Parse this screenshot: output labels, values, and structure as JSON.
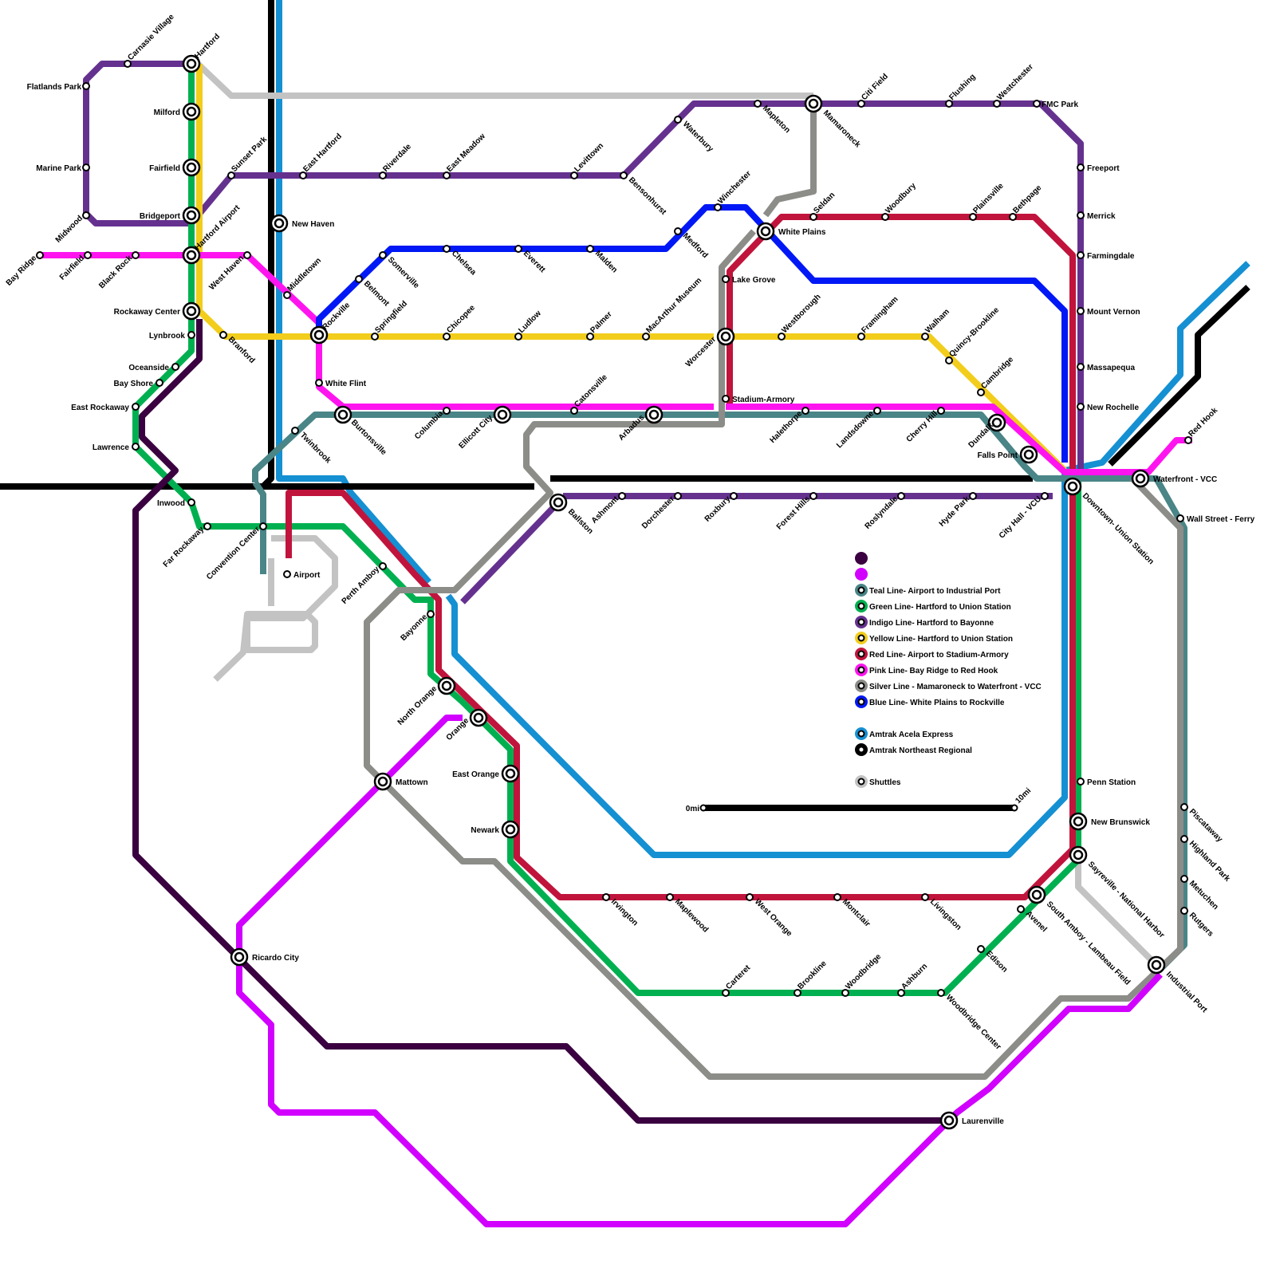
{
  "colors": {
    "teal": "#4a8587",
    "green": "#00b050",
    "indigo": "#65318f",
    "yellow": "#f2cd1c",
    "red": "#c0143c",
    "pink": "#ff14f0",
    "silver": "#8c8c88",
    "blue": "#0018f5",
    "acela": "#1590d2",
    "regional": "#000000",
    "shuttle": "#c3c3c3",
    "darkpurple": "#3a0040",
    "violet": "#d100ff"
  },
  "legend": {
    "items": [
      {
        "color": "#3a0040",
        "label": ""
      },
      {
        "color": "#d100ff",
        "label": ""
      },
      {
        "color": "#4a8587",
        "label": "Teal Line- Airport to Industrial Port"
      },
      {
        "color": "#00b050",
        "label": "Green Line- Hartford to Union Station"
      },
      {
        "color": "#65318f",
        "label": "Indigo Line- Hartford to Bayonne"
      },
      {
        "color": "#f2cd1c",
        "label": "Yellow Line- Hartford to Union Station"
      },
      {
        "color": "#c0143c",
        "label": "Red Line- Airport to Stadium-Armory"
      },
      {
        "color": "#ff14f0",
        "label": "Pink Line-  Bay Ridge to Red Hook"
      },
      {
        "color": "#8c8c88",
        "label": "Silver Line - Mamaroneck to Waterfront - VCC"
      },
      {
        "color": "#0018f5",
        "label": "Blue Line- White Plains to Rockville"
      },
      {
        "color": "#1590d2",
        "label": "Amtrak Acela Express"
      },
      {
        "color": "#000000",
        "label": "Amtrak Northeast Regional"
      },
      {
        "color": "#c3c3c3",
        "label": "Shuttles"
      }
    ]
  },
  "scale": {
    "start": "0mi",
    "end": "10mi"
  },
  "stations": [
    {
      "name": "Hartford",
      "major": true
    },
    {
      "name": "Carnasie Village",
      "major": false
    },
    {
      "name": "Flatlands Park",
      "major": false
    },
    {
      "name": "Milford",
      "major": true
    },
    {
      "name": "Marine Park",
      "major": false
    },
    {
      "name": "Fairfield",
      "major": true
    },
    {
      "name": "Sunset Park",
      "major": false
    },
    {
      "name": "East Hartford",
      "major": false
    },
    {
      "name": "Bridgeport",
      "major": true
    },
    {
      "name": "Midwood",
      "major": false
    },
    {
      "name": "New Haven",
      "major": true
    },
    {
      "name": "Hartford Airport",
      "major": true
    },
    {
      "name": "Bay Ridge",
      "major": false
    },
    {
      "name": "Fairfield",
      "major": false
    },
    {
      "name": "Black Rock",
      "major": false
    },
    {
      "name": "West Haven",
      "major": false
    },
    {
      "name": "Middletown",
      "major": false
    },
    {
      "name": "Rockaway Center",
      "major": true
    },
    {
      "name": "Lynbrook",
      "major": false
    },
    {
      "name": "Branford",
      "major": false
    },
    {
      "name": "Rockville",
      "major": true
    },
    {
      "name": "Oceanside",
      "major": false
    },
    {
      "name": "Bay Shore",
      "major": false
    },
    {
      "name": "White Flint",
      "major": false
    },
    {
      "name": "East Rockaway",
      "major": false
    },
    {
      "name": "Twinbrook",
      "major": false
    },
    {
      "name": "Burtonsville",
      "major": true
    },
    {
      "name": "Lawrence",
      "major": false
    },
    {
      "name": "Inwood",
      "major": false
    },
    {
      "name": "Far Rockaway",
      "major": false
    },
    {
      "name": "Convention Center",
      "major": false
    },
    {
      "name": "Airport",
      "major": false
    },
    {
      "name": "Perth Amboy",
      "major": false
    },
    {
      "name": "Bayonne",
      "major": false
    },
    {
      "name": "North Orange",
      "major": true
    },
    {
      "name": "Orange",
      "major": true
    },
    {
      "name": "East Orange",
      "major": true
    },
    {
      "name": "Newark",
      "major": true
    },
    {
      "name": "Mattown",
      "major": true
    },
    {
      "name": "Ricardo City",
      "major": true
    },
    {
      "name": "Riverdale",
      "major": false
    },
    {
      "name": "East Meadow",
      "major": false
    },
    {
      "name": "Levittown",
      "major": false
    },
    {
      "name": "Bensonhurst",
      "major": false
    },
    {
      "name": "Waterbury",
      "major": false
    },
    {
      "name": "Mapleton",
      "major": false
    },
    {
      "name": "Mamaroneck",
      "major": true
    },
    {
      "name": "Citi Field",
      "major": false
    },
    {
      "name": "Flushing",
      "major": false
    },
    {
      "name": "Westchester",
      "major": false
    },
    {
      "name": "FMC Park",
      "major": false
    },
    {
      "name": "Freeport",
      "major": false
    },
    {
      "name": "Merrick",
      "major": false
    },
    {
      "name": "Farmingdale",
      "major": false
    },
    {
      "name": "Mount Vernon",
      "major": false
    },
    {
      "name": "Massapequa",
      "major": false
    },
    {
      "name": "New Rochelle",
      "major": false
    },
    {
      "name": "Somerville",
      "major": false
    },
    {
      "name": "Belmont",
      "major": false
    },
    {
      "name": "Chelsea",
      "major": false
    },
    {
      "name": "Everett",
      "major": false
    },
    {
      "name": "Malden",
      "major": false
    },
    {
      "name": "Medford",
      "major": false
    },
    {
      "name": "Winchester",
      "major": false
    },
    {
      "name": "White Plains",
      "major": true
    },
    {
      "name": "Seldan",
      "major": false
    },
    {
      "name": "Woodbury",
      "major": false
    },
    {
      "name": "Plainsville",
      "major": false
    },
    {
      "name": "Bethpage",
      "major": false
    },
    {
      "name": "Lake Grove",
      "major": false
    },
    {
      "name": "Springfield",
      "major": false
    },
    {
      "name": "Chicopee",
      "major": false
    },
    {
      "name": "Ludlow",
      "major": false
    },
    {
      "name": "Palmer",
      "major": false
    },
    {
      "name": "MacArthur Museum",
      "major": false
    },
    {
      "name": "Worcester",
      "major": true
    },
    {
      "name": "Westborough",
      "major": false
    },
    {
      "name": "Framingham",
      "major": false
    },
    {
      "name": "Walham",
      "major": false
    },
    {
      "name": "Quincy-Brookline",
      "major": false
    },
    {
      "name": "Cambridge",
      "major": false
    },
    {
      "name": "Stadium-Armory",
      "major": false
    },
    {
      "name": "Columbia",
      "major": false
    },
    {
      "name": "Ellicott City",
      "major": true
    },
    {
      "name": "Catonsville",
      "major": false
    },
    {
      "name": "Arbadus",
      "major": true
    },
    {
      "name": "Halethorpe",
      "major": false
    },
    {
      "name": "Landsdowne",
      "major": false
    },
    {
      "name": "Cherry Hill",
      "major": false
    },
    {
      "name": "Dundalk",
      "major": true
    },
    {
      "name": "Falls Point",
      "major": true
    },
    {
      "name": "Red Hook",
      "major": false
    },
    {
      "name": "Waterfront - VCC",
      "major": true
    },
    {
      "name": "Downtown- Union Station",
      "major": true
    },
    {
      "name": "Ballston",
      "major": true
    },
    {
      "name": "Ashmont",
      "major": false
    },
    {
      "name": "Dorchester",
      "major": false
    },
    {
      "name": "Roxbury",
      "major": false
    },
    {
      "name": "Forest Hills",
      "major": false
    },
    {
      "name": "Roslyndale",
      "major": false
    },
    {
      "name": "Hyde Park",
      "major": false
    },
    {
      "name": "City Hall - VCU",
      "major": false
    },
    {
      "name": "Wall Street - Ferry",
      "major": false
    },
    {
      "name": "Penn Station",
      "major": false
    },
    {
      "name": "New Brunswick",
      "major": true
    },
    {
      "name": "Sayreville - National Harbor",
      "major": true
    },
    {
      "name": "South Amboy - Lambeau Field",
      "major": true
    },
    {
      "name": "Avenel",
      "major": false
    },
    {
      "name": "Edison",
      "major": false
    },
    {
      "name": "Industrial Port",
      "major": true
    },
    {
      "name": "Piscataway",
      "major": false
    },
    {
      "name": "Highland Park",
      "major": false
    },
    {
      "name": "Metuchen",
      "major": false
    },
    {
      "name": "Rutgers",
      "major": false
    },
    {
      "name": "Irvington",
      "major": false
    },
    {
      "name": "Maplewood",
      "major": false
    },
    {
      "name": "West Orange",
      "major": false
    },
    {
      "name": "Montclair",
      "major": false
    },
    {
      "name": "Livingston",
      "major": false
    },
    {
      "name": "Carteret",
      "major": false
    },
    {
      "name": "Brookline",
      "major": false
    },
    {
      "name": "Woodbridge",
      "major": false
    },
    {
      "name": "Ashburn",
      "major": false
    },
    {
      "name": "Woodbridge Center",
      "major": false
    },
    {
      "name": "Laurenville",
      "major": true
    }
  ]
}
